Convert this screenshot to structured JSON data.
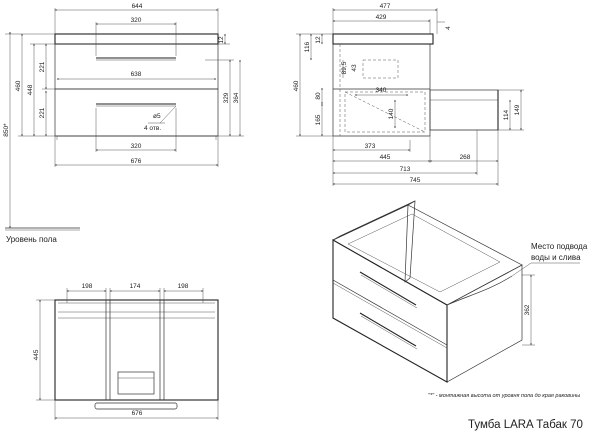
{
  "front": {
    "d644": "644",
    "d320_top": "320",
    "d638": "638",
    "d320_bot": "320",
    "d676": "676",
    "d460": "460",
    "d448": "448",
    "d221_a": "221",
    "d221_b": "221",
    "d850": "850*",
    "d12": "12",
    "d329": "329",
    "d364": "364",
    "hole_dia": "ø5",
    "hole_count": "4 отв.",
    "floor": "Уровень пола"
  },
  "side": {
    "d477": "477",
    "d429": "429",
    "d4": "4",
    "d116": "116",
    "d12": "12",
    "d89": "89,5",
    "d43": "43",
    "d340": "340",
    "d460": "460",
    "d80": "80",
    "d140": "140",
    "d165": "165",
    "d373": "373",
    "d445": "445",
    "d268": "268",
    "d713": "713",
    "d745": "745",
    "d114": "114",
    "d149": "149"
  },
  "top": {
    "d198_a": "198",
    "d174": "174",
    "d198_b": "198",
    "d445": "445",
    "d676": "676"
  },
  "iso": {
    "callout_line1": "Место подвода",
    "callout_line2": "воды и слива",
    "d362": "362"
  },
  "footnote": "\"*\" - монтажная высота от уровня пола до края раковины",
  "title": "Тумба LARA Табак 70"
}
